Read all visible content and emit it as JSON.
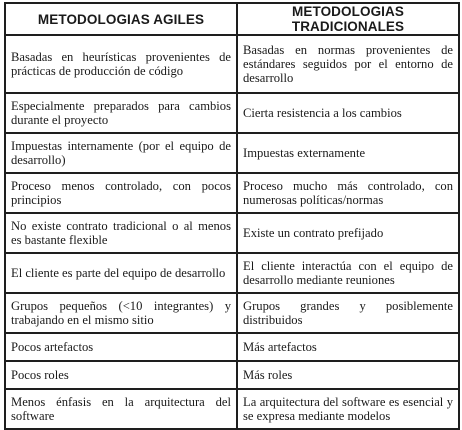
{
  "table": {
    "headers": [
      "METODOLOGIAS AGILES",
      "METODOLOGIAS TRADICIONALES"
    ],
    "rows": [
      {
        "agile": "Basadas en heurísticas provenientes de prácticas de producción de código",
        "traditional": "Basadas en normas provenientes de estándares seguidos por el entorno de desarrollo"
      },
      {
        "agile": "Especialmente preparados para cambios durante el proyecto",
        "traditional": "Cierta resistencia a los cambios"
      },
      {
        "agile": "Impuestas internamente (por el equipo de desarrollo)",
        "traditional": "Impuestas externamente"
      },
      {
        "agile": "Proceso menos controlado, con pocos principios",
        "traditional": "Proceso mucho más controlado, con numerosas políticas/normas"
      },
      {
        "agile": "No existe contrato tradicional o al menos es bastante flexible",
        "traditional": "Existe un contrato prefijado"
      },
      {
        "agile": "El cliente es parte del equipo de desarrollo",
        "traditional": "El cliente interactúa con el equipo de desarrollo mediante reuniones"
      },
      {
        "agile": "Grupos pequeños (<10 integrantes) y trabajando en el mismo sitio",
        "traditional": "Grupos grandes y posiblemente distribuidos"
      },
      {
        "agile": "Pocos artefactos",
        "traditional": "Más artefactos"
      },
      {
        "agile": "Pocos roles",
        "traditional": "Más roles"
      },
      {
        "agile": "Menos énfasis en la arquitectura del software",
        "traditional": "La arquitectura del software es esencial y se expresa mediante modelos"
      }
    ]
  }
}
